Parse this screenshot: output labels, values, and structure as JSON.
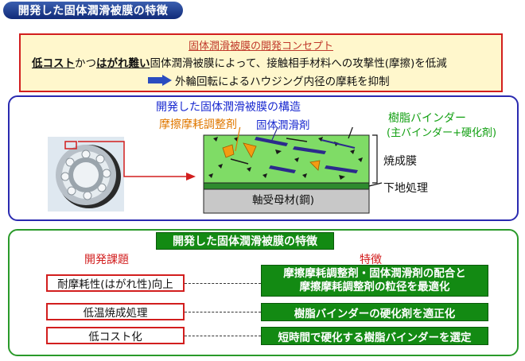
{
  "page": {
    "title": "開発した固体潤滑被膜の特徴"
  },
  "concept": {
    "title": "固体潤滑被膜の開発コンセプト",
    "line1_bold1": "低コスト",
    "line1_mid": "かつ",
    "line1_bold2": "はがれ難い",
    "line1_rest": "固体潤滑被膜によって、接触相手材料への攻撃性(摩擦)を低減",
    "line2": "外輪回転によるハウジング内径の摩耗を抑制"
  },
  "structure": {
    "heading": "開発した固体潤滑被膜の構造",
    "label_friction_agent": "摩擦摩耗調整剤",
    "label_solid_lubricant": "固体潤滑剤",
    "label_binder_1": "樹脂バインダー",
    "label_binder_2": "(主バインダー+硬化剤)",
    "label_fired_film": "焼成膜",
    "label_undercoat": "下地処理",
    "label_substrate": "軸受母材(鋼)"
  },
  "features": {
    "heading": "開発した固体潤滑被膜の特徴",
    "col_issues": "開発課題",
    "col_features": "特徴",
    "rows": [
      {
        "issue": "耐摩耗性(はがれ性)向上",
        "feature_1": "摩擦摩耗調整剤・固体潤滑剤の配合と",
        "feature_2": "摩擦摩耗調整剤の粒径を最適化"
      },
      {
        "issue": "低温焼成処理",
        "feature_1": "樹脂バインダーの硬化剤を適正化"
      },
      {
        "issue": "低コスト化",
        "feature_1": "短時間で硬化する樹脂バインダーを選定"
      }
    ]
  },
  "colors": {
    "title_blue": "#1a2ad0",
    "accent_red": "#d21e1e",
    "feature_green": "#138a13",
    "film_green": "#7fdc66",
    "particle_orange": "#f39c12",
    "lubricant_navy": "#2b2b8c"
  }
}
